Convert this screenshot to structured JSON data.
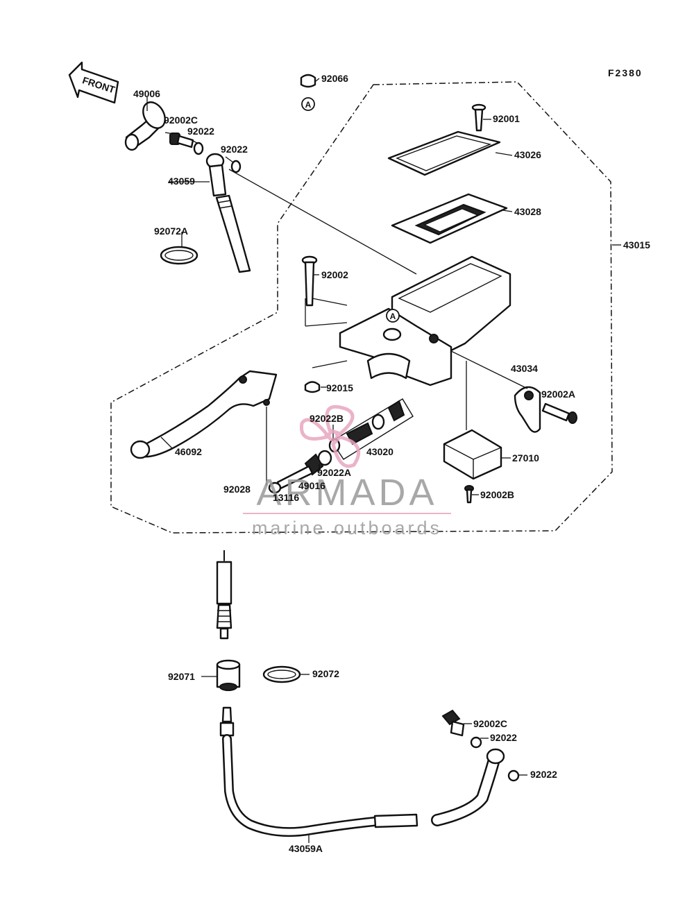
{
  "figure_code": "F2380",
  "front_label": "FRONT",
  "ref_marker": "A",
  "watermark": {
    "brand": "ARMADA",
    "tagline": "marine outboards",
    "accent_color": "#e8a6c0",
    "text_color": "#9a9a9a"
  },
  "parts": {
    "p49006": "49006",
    "p92002C_top": "92002C",
    "p92022_a": "92022",
    "p92022_b": "92022",
    "p43059": "43059",
    "p92072A": "92072A",
    "p92066": "92066",
    "p92001": "92001",
    "p43026": "43026",
    "p43028": "43028",
    "p43015": "43015",
    "p92002": "92002",
    "p43034": "43034",
    "p92002A": "92002A",
    "p92015": "92015",
    "p92022B": "92022B",
    "p43020": "43020",
    "p27010": "27010",
    "p46092": "46092",
    "p92022A": "92022A",
    "p49016": "49016",
    "p92028": "92028",
    "p13116": "13116",
    "p92002B": "92002B",
    "p92071": "92071",
    "p92072": "92072",
    "p92002C_bot": "92002C",
    "p92022_c": "92022",
    "p92022_d": "92022",
    "p43059A": "43059A"
  }
}
